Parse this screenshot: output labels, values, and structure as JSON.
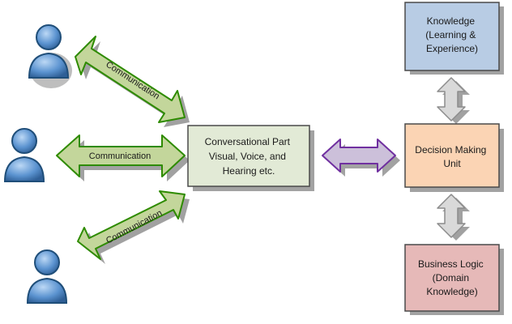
{
  "diagram": {
    "boxes": {
      "conversational": {
        "lines": [
          "Conversational Part",
          "Visual, Voice, and",
          "Hearing etc."
        ],
        "fill": "#e2ead6"
      },
      "knowledge": {
        "lines": [
          "Knowledge",
          "(Learning &",
          "Experience)"
        ],
        "fill": "#b8cce4"
      },
      "decision": {
        "lines": [
          "Decision Making",
          "Unit"
        ],
        "fill": "#fbd4b4"
      },
      "business": {
        "lines": [
          "Business Logic",
          "(Domain",
          "Knowledge)"
        ],
        "fill": "#e6b9b8"
      }
    },
    "arrows": {
      "top": {
        "label": "Communication"
      },
      "middle": {
        "label": "Communication"
      },
      "bottom": {
        "label": "Communication"
      }
    },
    "colors": {
      "green_arrow": "#c3d69b",
      "green_outline": "#2e8b00",
      "purple_arrow": "#ccc0da",
      "purple_outline": "#7030a0",
      "gray_arrow": "#d9d9d9",
      "person": "#6fa8dc"
    },
    "icons": [
      "user-icon",
      "user-icon",
      "user-icon"
    ]
  }
}
